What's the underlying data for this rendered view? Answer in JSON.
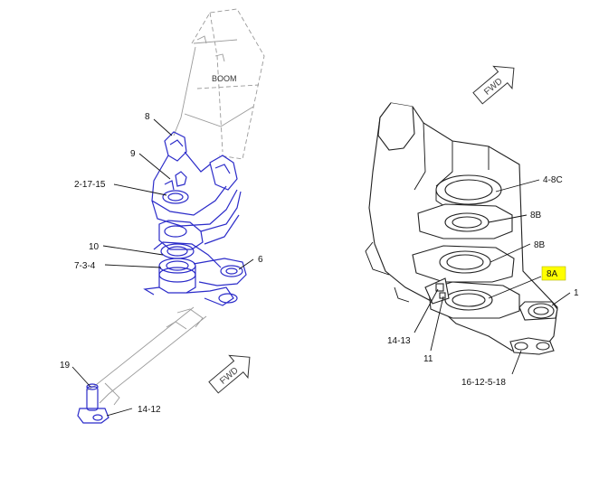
{
  "left_view": {
    "boom_label": "BOOM",
    "fwd_label": "FWD",
    "callouts": {
      "c8": "8",
      "c9": "9",
      "c2_17_15": "2-17-15",
      "c10": "10",
      "c7_3_4": "7-3-4",
      "c6": "6",
      "c19": "19",
      "c14_12": "14-12"
    }
  },
  "right_view": {
    "fwd_label": "FWD",
    "callouts": {
      "c4_8c": "4-8C",
      "c8b_top": "8B",
      "c8b_mid": "8B",
      "c8a": "8A",
      "c1": "1",
      "c14_13": "14-13",
      "c11": "11",
      "c16_12_5_18": "16-12-5-18"
    },
    "highlight_color": "#ffff00"
  },
  "colors": {
    "highlight_outline": "#2b2bc9",
    "ghost_line": "#9a9a9a",
    "label_text": "#111111"
  }
}
